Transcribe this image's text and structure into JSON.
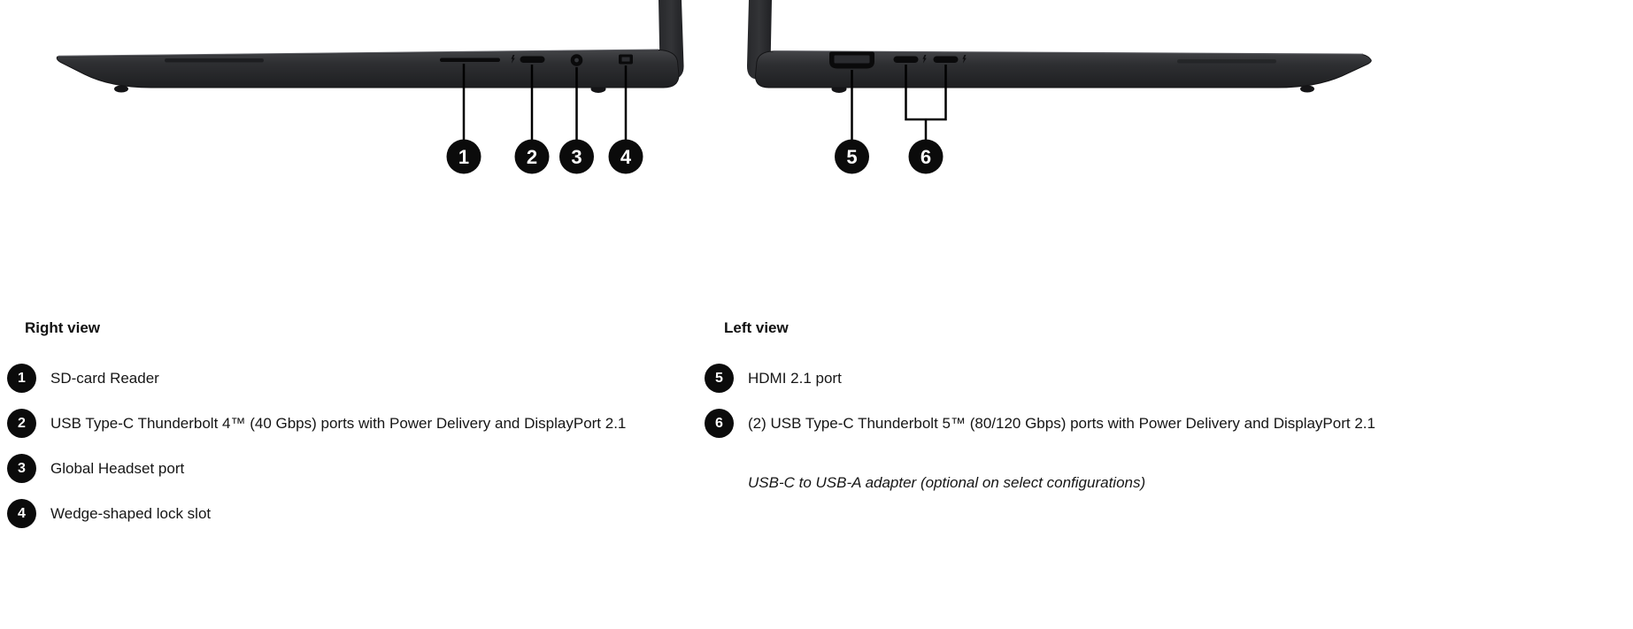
{
  "right_view": {
    "title": "Right view",
    "items": [
      {
        "num": "1",
        "label": "SD-card Reader"
      },
      {
        "num": "2",
        "label": "USB Type-C Thunderbolt 4™ (40 Gbps) ports with Power Delivery and DisplayPort 2.1"
      },
      {
        "num": "3",
        "label": "Global Headset port"
      },
      {
        "num": "4",
        "label": "Wedge-shaped lock slot"
      }
    ]
  },
  "left_view": {
    "title": "Left view",
    "items": [
      {
        "num": "5",
        "label": "HDMI 2.1 port"
      },
      {
        "num": "6",
        "label": "(2) USB Type-C Thunderbolt 5™ (80/120 Gbps) ports with Power Delivery and DisplayPort 2.1"
      }
    ],
    "note": "USB-C to USB-A adapter (optional on select configurations)"
  },
  "icons": {
    "thunderbolt": "⚡"
  },
  "colors": {
    "background": "#ffffff",
    "laptop_body": "#2e2f32",
    "laptop_dark": "#1e1f21",
    "port_opening": "#0a0a0b",
    "callout_black": "#0b0b0b",
    "text": "#161616"
  }
}
